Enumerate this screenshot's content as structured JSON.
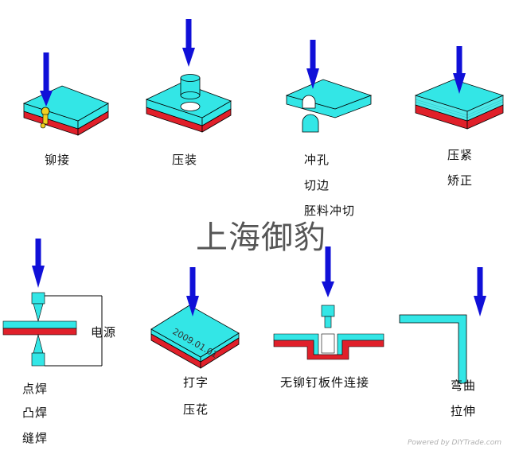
{
  "colors": {
    "cyan": "#33e6e6",
    "red": "#e0202a",
    "arrow": "#1010d8",
    "pin": "#f0d020",
    "outline": "#000000"
  },
  "processes": [
    {
      "lines": [
        "铆接"
      ]
    },
    {
      "lines": [
        "压装"
      ]
    },
    {
      "lines": [
        "冲孔",
        "切边",
        "胚料冲切"
      ]
    },
    {
      "lines": [
        "压紧",
        "矫正"
      ]
    },
    {
      "lines": [
        "点焊",
        "凸焊",
        "缝焊"
      ],
      "side_label": "电源"
    },
    {
      "lines": [
        "打字",
        "压花"
      ],
      "stamp_text": "2009.01.01"
    },
    {
      "lines": [
        "无铆钉板件连接"
      ]
    },
    {
      "lines": [
        "弯曲",
        "拉伸"
      ]
    }
  ],
  "watermark": "上海御豹",
  "credit": "Powered by DIYTrade.com"
}
